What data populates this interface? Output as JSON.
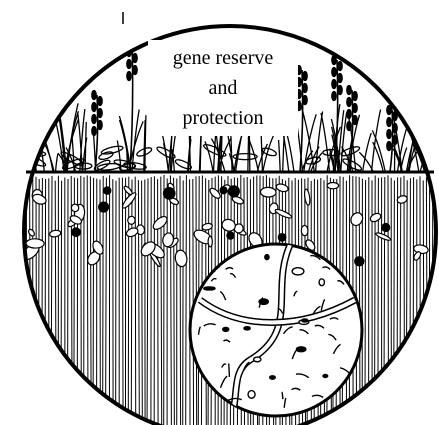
{
  "label": {
    "line1": "gene reserve",
    "line2": "and",
    "line3": "protection"
  },
  "colors": {
    "ink": "#000000",
    "paper": "#ffffff"
  }
}
